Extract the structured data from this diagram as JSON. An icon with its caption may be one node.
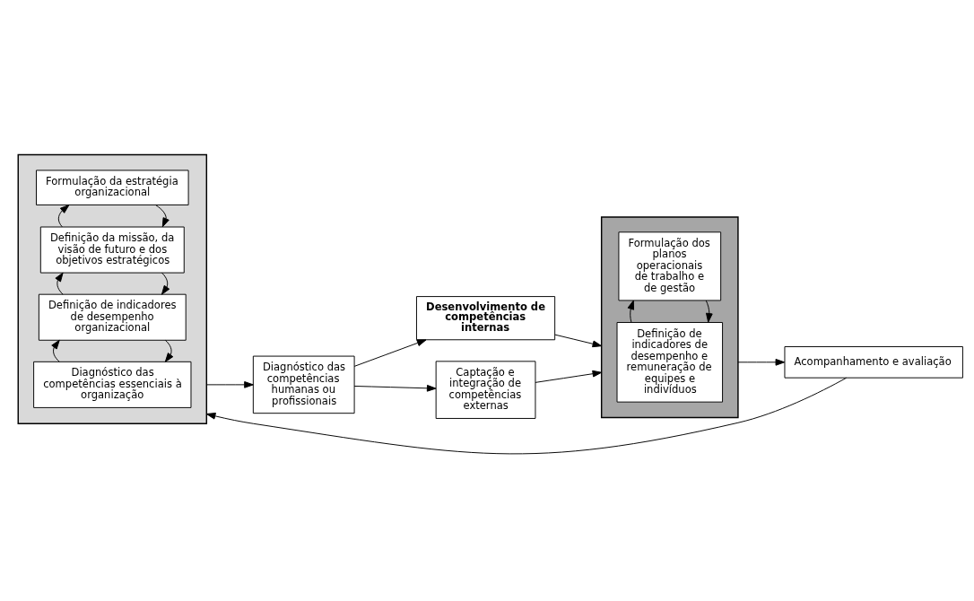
{
  "diagram": {
    "nodes": [
      {
        "text": [],
        "shape": "box"
      },
      {
        "text": [
          "Formulação da estratégia organizacional"
        ],
        "in": 0
      },
      {
        "text": [
          "Definição da missão, da visão de futuro e dos objetivos estratégicos"
        ],
        "in": 0
      },
      {
        "text": [
          "Definição de indicadores de desempenho organizacional"
        ],
        "in": 0
      },
      {
        "text": [
          "Diagnóstico das competências essenciais à organização"
        ],
        "in": 0
      },
      {
        "text": [
          "Diagnóstico das competências humanas ou profissionais"
        ]
      },
      {
        "text": [
          "Desenvolvimento de competências internas"
        ]
      },
      {
        "text": [
          "Captação e integração de competências externas"
        ]
      },
      {
        "text": [],
        "shape": "box"
      },
      {
        "text": [
          "Formulação dos planos operacionais de trabalho e de gestão"
        ],
        "in": 8
      },
      {
        "text": [
          "Definição de indicadores de desempenho e remuneração de equipes e indivíduos"
        ],
        "in": 8
      },
      {
        "text": [
          "Acompanhamento e avaliação"
        ]
      }
    ],
    "edges": [
      {
        "from": 1,
        "to": 2,
        "arrow": "to"
      },
      {
        "from": 2,
        "to": 1,
        "arrow": "to"
      },
      {
        "from": 2,
        "to": 3,
        "arrow": "to"
      },
      {
        "from": 3,
        "to": 2,
        "arrow": "to"
      },
      {
        "from": 3,
        "to": 4,
        "arrow": "to"
      },
      {
        "from": 4,
        "to": 3,
        "arrow": "to"
      },
      {
        "from": 0,
        "to": 5,
        "arrow": "to"
      },
      {
        "from": 5,
        "to": 6,
        "arrow": "to"
      },
      {
        "from": 5,
        "to": 7,
        "arrow": "to"
      },
      {
        "from": 6,
        "to": 8,
        "arrow": "to"
      },
      {
        "from": 7,
        "to": 8,
        "arrow": "to"
      },
      {
        "from": 9,
        "to": 10,
        "arrow": "to"
      },
      {
        "from": 10,
        "to": 9,
        "arrow": "to"
      },
      {
        "from": 8,
        "to": 11,
        "arrow": "to"
      },
      {
        "from": 11,
        "to": 0,
        "arrow": "to"
      }
    ]
  }
}
